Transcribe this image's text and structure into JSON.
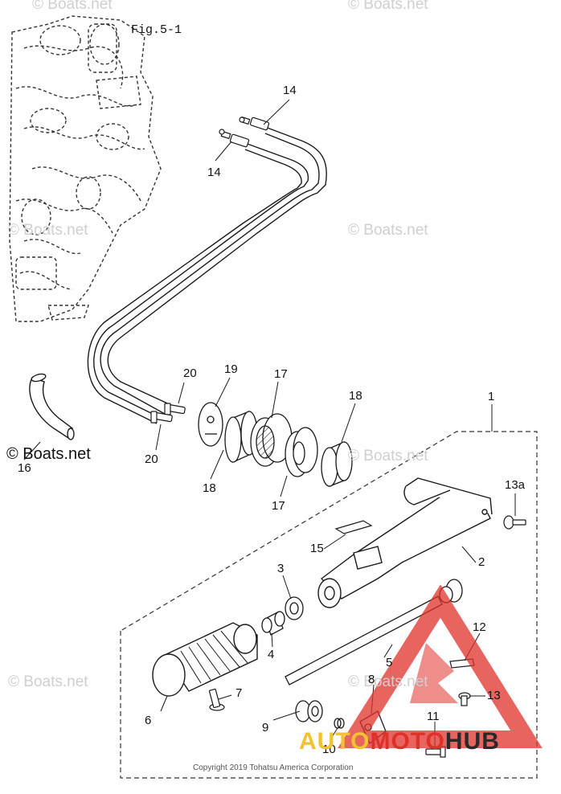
{
  "figure_ref": "Fig.5-1",
  "watermark_text": "© Boats.net",
  "corner_credit": "© Boats.net",
  "copyright": "Copyright 2019 Tohatsu America Corporation",
  "logo": {
    "part1": "AUTO",
    "part2": "MOTO",
    "part3": "HUB"
  },
  "callouts": [
    "1",
    "2",
    "3",
    "4",
    "5",
    "6",
    "7",
    "8",
    "9",
    "10",
    "11",
    "12",
    "13",
    "13a",
    "14",
    "15",
    "16",
    "17",
    "18",
    "19",
    "20"
  ],
  "colors": {
    "line": "#1a1a1a",
    "logo_red": "#e0302a",
    "logo_dark": "#2a2a2a",
    "watermark": "#cfcfcf"
  }
}
